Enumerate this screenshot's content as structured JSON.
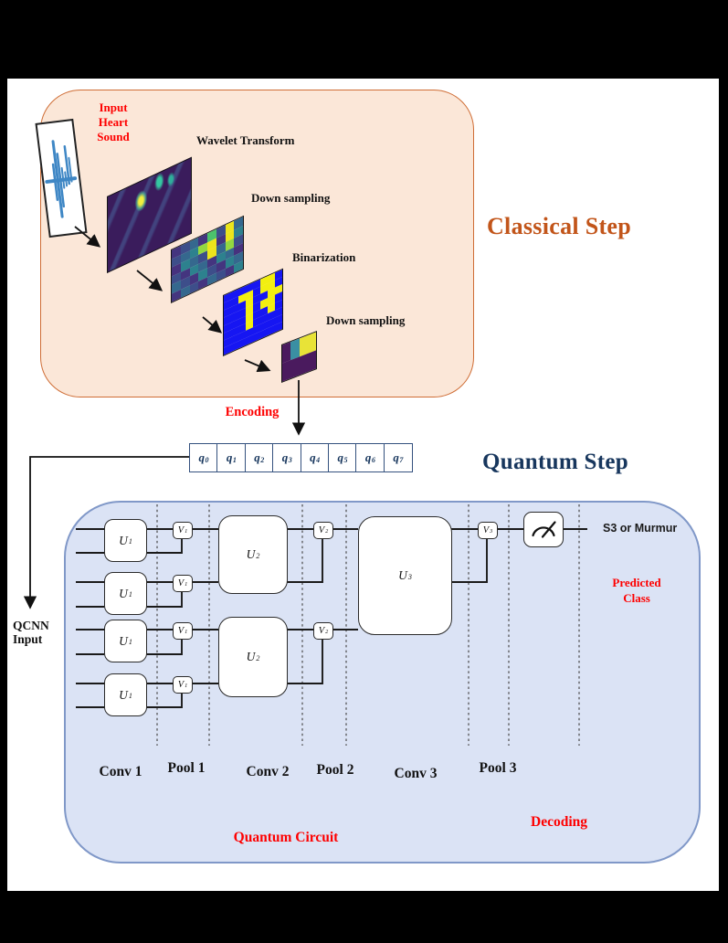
{
  "colors": {
    "classical_box_fill": "#fbe7d8",
    "classical_box_border": "#cf6d35",
    "quantum_box_fill": "#dbe3f5",
    "quantum_box_border": "#8098c8",
    "accent_red": "#fe0000",
    "classical_title": "#c2551a",
    "quantum_title": "#17365d",
    "register_border": "#34517e",
    "waveform_blue": "#3f87c5",
    "binarization_blue": "#1616f2",
    "binarization_yellow": "#f2ef10"
  },
  "classical": {
    "title": "Classical Step",
    "labels": {
      "input_heart_sound": [
        "Input",
        "Heart",
        "Sound"
      ],
      "wavelet": "Wavelet Transform",
      "down1": "Down sampling",
      "binarization": "Binarization",
      "down2": "Down sampling"
    },
    "images": {
      "downsample1_grid": {
        "rows": [
          [
            "#44357f",
            "#3d4e8a",
            "#35688e",
            "#44357f",
            "#4cc26c",
            "#3d4e8a",
            "#ece51b",
            "#35688e"
          ],
          [
            "#3d4e8a",
            "#35688e",
            "#2d818e",
            "#93d741",
            "#ece51b",
            "#44357f",
            "#ece51b",
            "#2d818e"
          ],
          [
            "#46327e",
            "#2d818e",
            "#35688e",
            "#3d4e8a",
            "#ece51b",
            "#35688e",
            "#93d741",
            "#3d4e8a"
          ],
          [
            "#3d4e8a",
            "#44357f",
            "#2d818e",
            "#35688e",
            "#44357f",
            "#2d818e",
            "#35688e",
            "#46327e"
          ],
          [
            "#35688e",
            "#3d4e8a",
            "#44357f",
            "#2d818e",
            "#3d4e8a",
            "#44357f",
            "#2d818e",
            "#35688e"
          ],
          [
            "#44357f",
            "#35688e",
            "#3d4e8a",
            "#44357f",
            "#35688e",
            "#3d4e8a",
            "#44357f",
            "#2d818e"
          ]
        ]
      },
      "binarization_grid": {
        "palette": {
          "0": "#1616f2",
          "1": "#f2ef10"
        },
        "rows": [
          "00000110",
          "00110110",
          "00010011",
          "00010110",
          "00010010",
          "00010000",
          "00000000",
          "00000000"
        ]
      },
      "downsample2_grid": {
        "rows": [
          [
            "#4a1a5e",
            "#3a8fa3",
            "#e8e337",
            "#e8e337"
          ],
          [
            "#4a1a5e",
            "#4a1a5e",
            "#4a1a5e",
            "#4a1a5e"
          ]
        ]
      }
    }
  },
  "encoding": {
    "label": "Encoding"
  },
  "register": {
    "qubits": [
      {
        "base": "q",
        "sub": "0"
      },
      {
        "base": "q",
        "sub": "1"
      },
      {
        "base": "q",
        "sub": "2"
      },
      {
        "base": "q",
        "sub": "3"
      },
      {
        "base": "q",
        "sub": "4"
      },
      {
        "base": "q",
        "sub": "5"
      },
      {
        "base": "q",
        "sub": "6"
      },
      {
        "base": "q",
        "sub": "7"
      }
    ]
  },
  "quantum": {
    "title": "Quantum Step",
    "qcnn_input": [
      "QCNN",
      "Input"
    ],
    "gates": {
      "u1": {
        "base": "U",
        "sub": "1"
      },
      "v1": {
        "base": "V",
        "sub": "1"
      },
      "u2": {
        "base": "U",
        "sub": "2"
      },
      "v2": {
        "base": "V",
        "sub": "2"
      },
      "u3": {
        "base": "U",
        "sub": "3"
      },
      "v3": {
        "base": "V",
        "sub": "3"
      }
    },
    "layers": [
      "Conv 1",
      "Pool 1",
      "Conv 2",
      "Pool 2",
      "Conv 3",
      "Pool 3"
    ],
    "output_class": "S3 or Murmur",
    "predicted": [
      "Predicted",
      "Class"
    ],
    "circuit_label": "Quantum Circuit",
    "decoding_label": "Decoding"
  }
}
